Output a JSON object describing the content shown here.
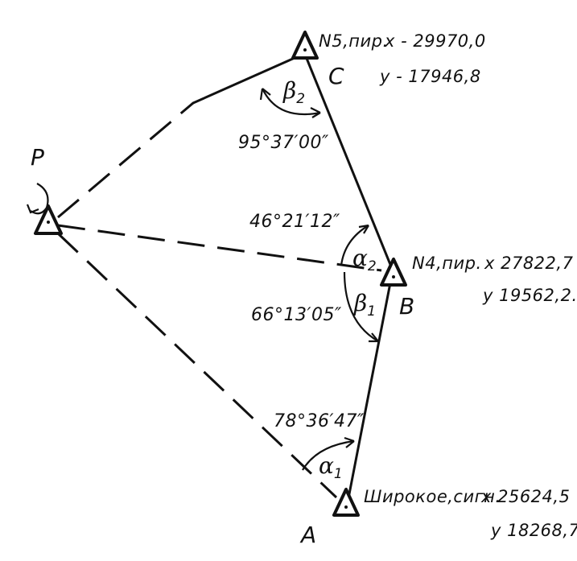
{
  "points": {
    "P": {
      "label": "P"
    },
    "C": {
      "label": "C",
      "station": "N5,пир.",
      "x_label": "x - 29970,0",
      "y_label": "y - 17946,8"
    },
    "B": {
      "label": "B",
      "station": "N4,пир.",
      "x_label": "x 27822,7",
      "y_label": "y 19562,2."
    },
    "A": {
      "label": "A",
      "station": "Широкое,сигн.",
      "x_label": "x 25624,5",
      "y_label": "y 18268,7"
    }
  },
  "angles": {
    "beta2": {
      "symbol": "β",
      "sub": "2",
      "value": "95°37′00″"
    },
    "alpha2": {
      "symbol": "α",
      "sub": "2",
      "value": "46°21′12″"
    },
    "beta1": {
      "symbol": "β",
      "sub": "1",
      "value": "66°13′05″"
    },
    "alpha1": {
      "symbol": "α",
      "sub": "1",
      "value": "78°36′47″"
    }
  }
}
